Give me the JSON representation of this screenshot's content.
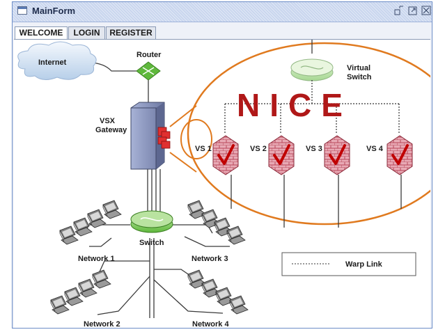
{
  "window": {
    "title": "MainForm"
  },
  "tabs": [
    {
      "label": "WELCOME",
      "active": true
    },
    {
      "label": "LOGIN",
      "active": false
    },
    {
      "label": "REGISTER",
      "active": false
    }
  ],
  "diagram": {
    "internet": "Internet",
    "router": "Router",
    "vsx_line1": "VSX",
    "vsx_line2": "Gateway",
    "virtual_line1": "Virtual",
    "virtual_line2": "Switch",
    "stamp": "NICE",
    "vs_labels": [
      "VS 1",
      "VS 2",
      "VS 3",
      "VS 4"
    ],
    "switch": "Switch",
    "network1": "Network 1",
    "network2": "Network 2",
    "network3": "Network 3",
    "network4": "Network 4",
    "legend": "Warp Link"
  },
  "colors": {
    "accent_orange": "#e07a1f",
    "router_green": "#5fb83c",
    "firewall_red": "#c63a4a",
    "stamp_red": "#b01818"
  }
}
